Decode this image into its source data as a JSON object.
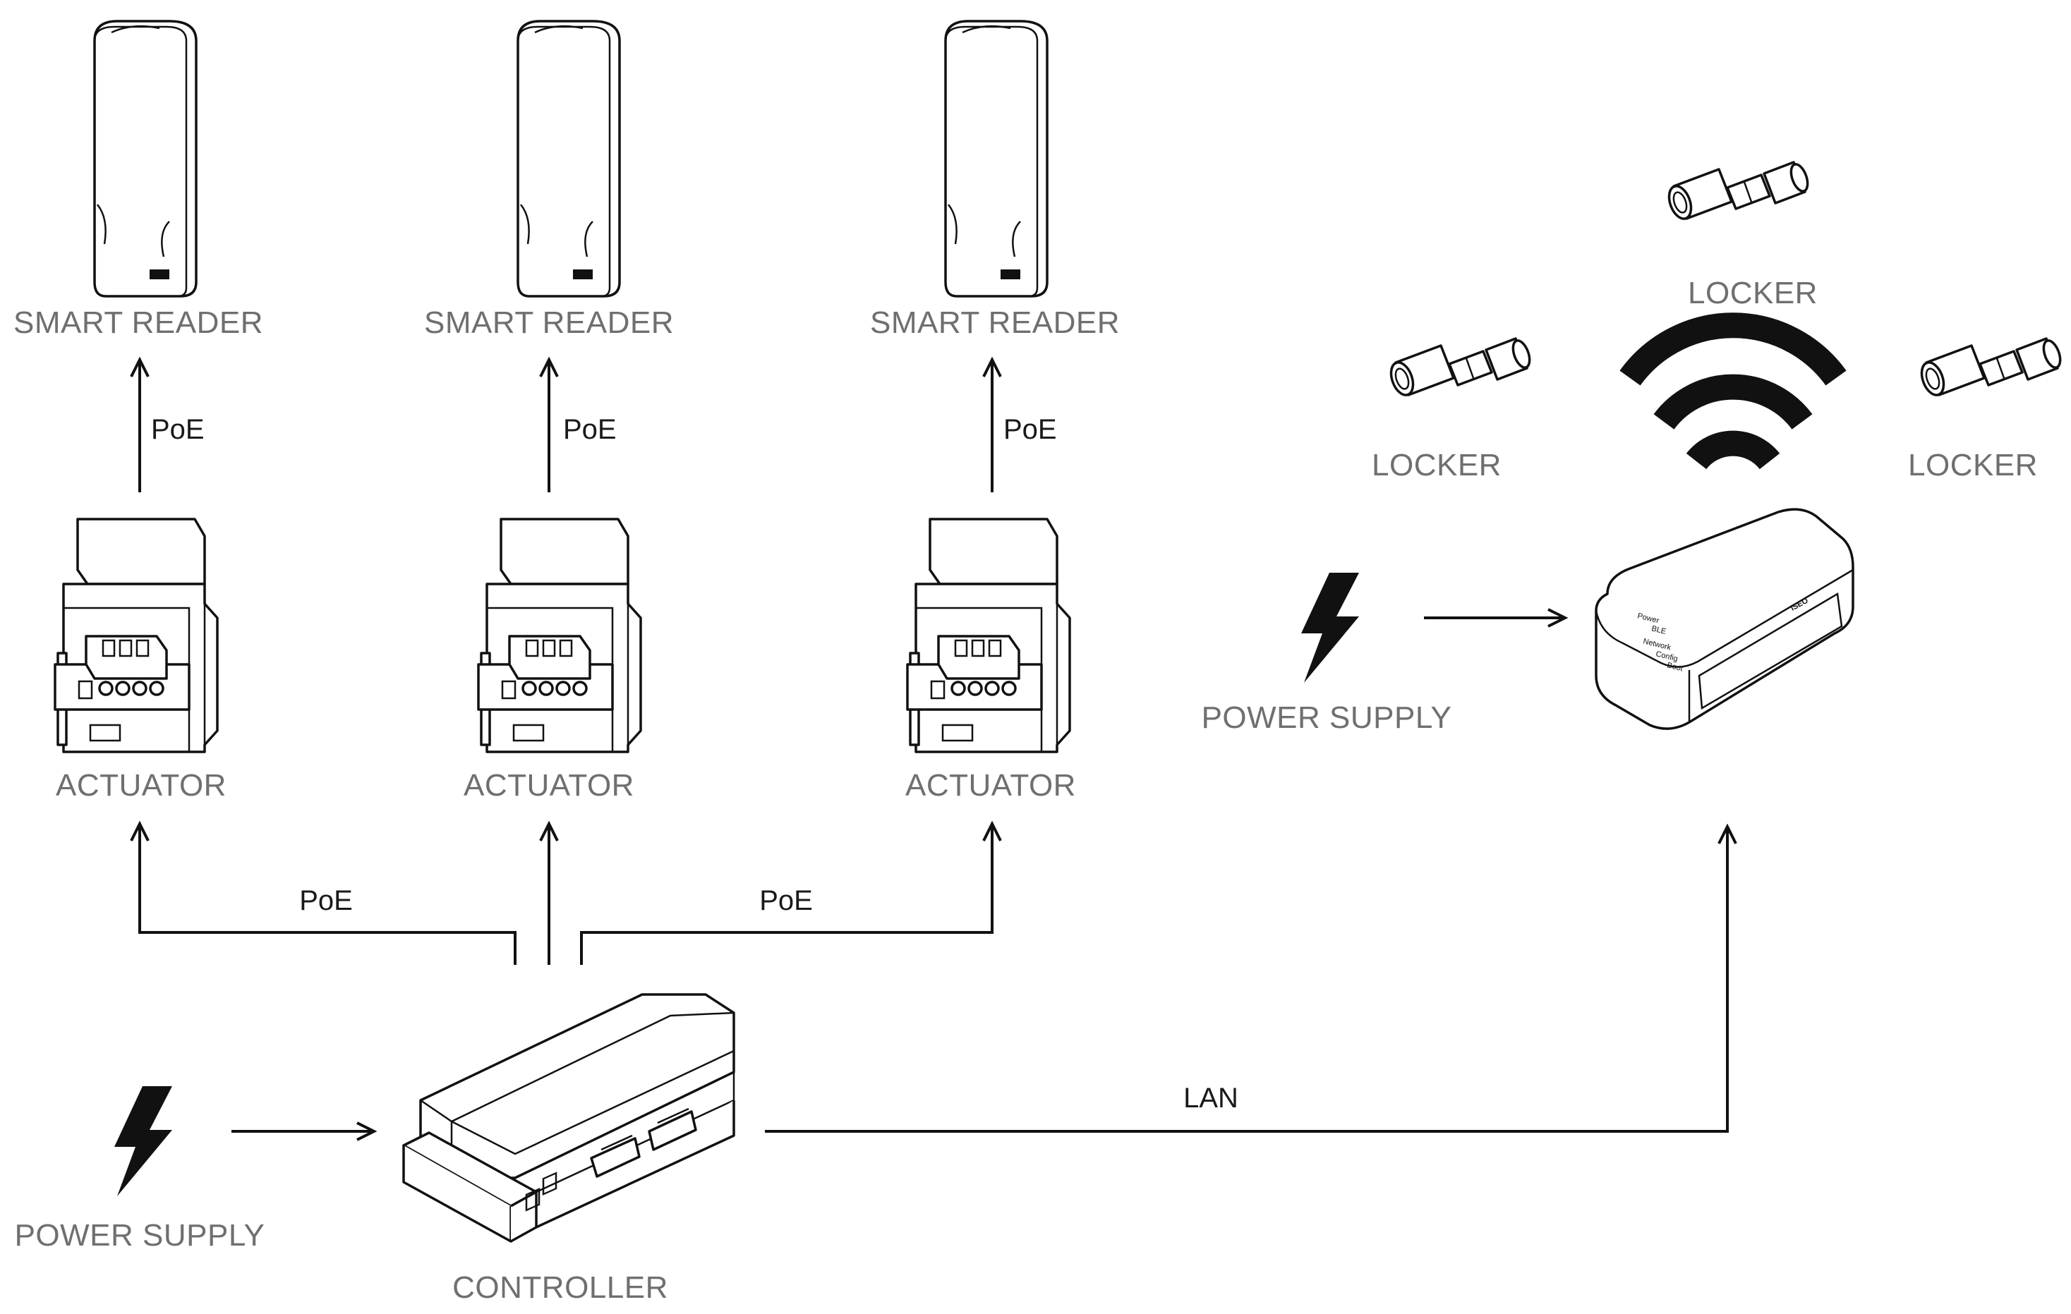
{
  "nodes": {
    "reader1": "SMART READER",
    "reader2": "SMART READER",
    "reader3": "SMART READER",
    "actuator1": "ACTUATOR",
    "actuator2": "ACTUATOR",
    "actuator3": "ACTUATOR",
    "controller": "CONTROLLER",
    "power_supply_left": "POWER SUPPLY",
    "power_supply_right": "POWER SUPPLY",
    "locker_top": "LOCKER",
    "locker_left": "LOCKER",
    "locker_right": "LOCKER"
  },
  "edges": {
    "poe_reader1": "PoE",
    "poe_reader2": "PoE",
    "poe_reader3": "PoE",
    "poe_actuator_left": "PoE",
    "poe_actuator_right": "PoE",
    "lan": "LAN"
  },
  "gateway_leds": [
    "Power",
    "BLE",
    "Network",
    "Config",
    "Boot"
  ],
  "brand_mark": "ISEO"
}
